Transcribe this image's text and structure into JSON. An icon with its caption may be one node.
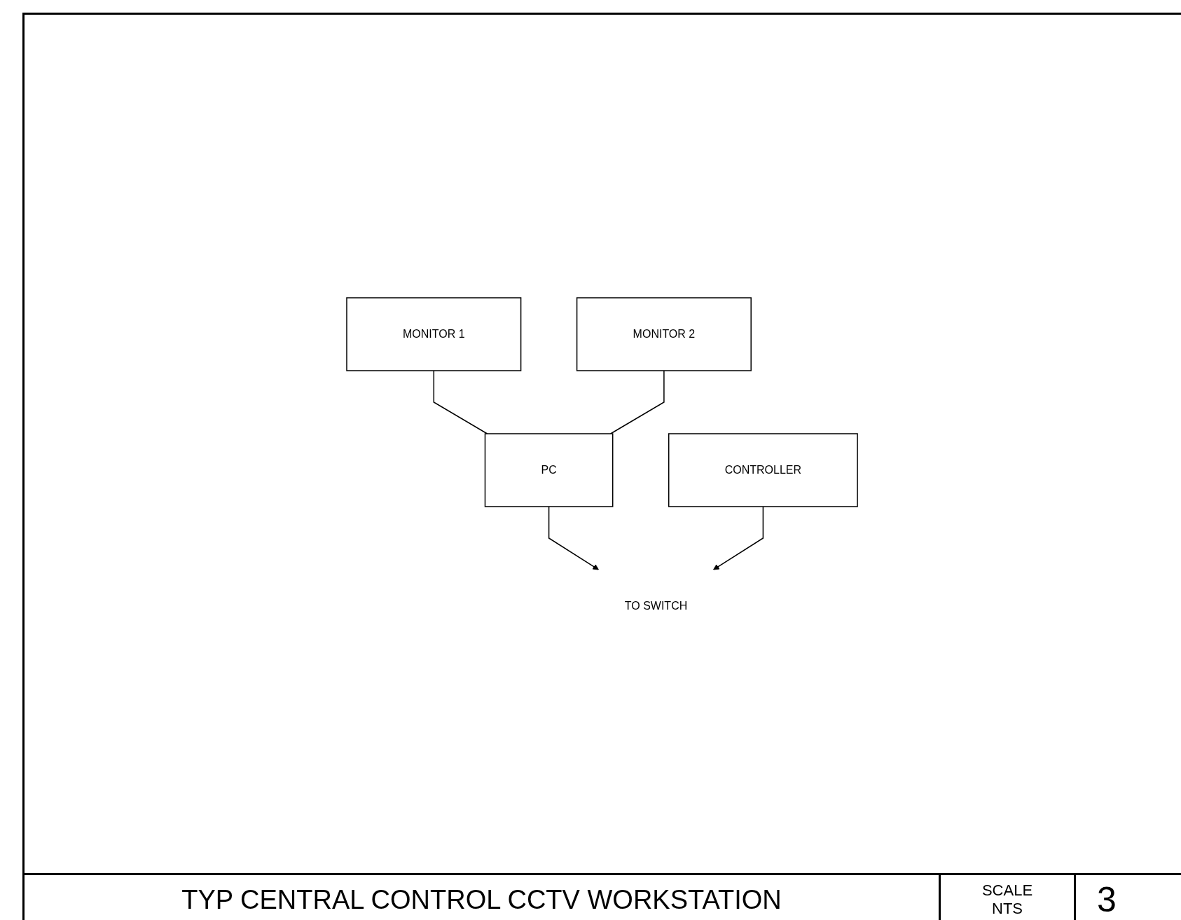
{
  "diagram": {
    "title": "TYP CENTRAL CONTROL CCTV WORKSTATION",
    "nodes": [
      {
        "text": [
          "MONITOR 1"
        ]
      },
      {
        "text": [
          "MONITOR 2"
        ]
      },
      {
        "text": [
          "PC"
        ]
      },
      {
        "text": [
          "CONTROLLER"
        ]
      },
      {
        "text": [
          "TO SWITCH"
        ]
      }
    ],
    "edges": [
      {
        "from": 0,
        "to": 2,
        "arrow": "none"
      },
      {
        "from": 1,
        "to": 2,
        "arrow": "none"
      },
      {
        "from": 2,
        "to": 4,
        "arrow": "to"
      },
      {
        "from": 3,
        "to": 4,
        "arrow": "to"
      }
    ],
    "labels": [
      "SCALE",
      "NTS",
      "3"
    ]
  }
}
